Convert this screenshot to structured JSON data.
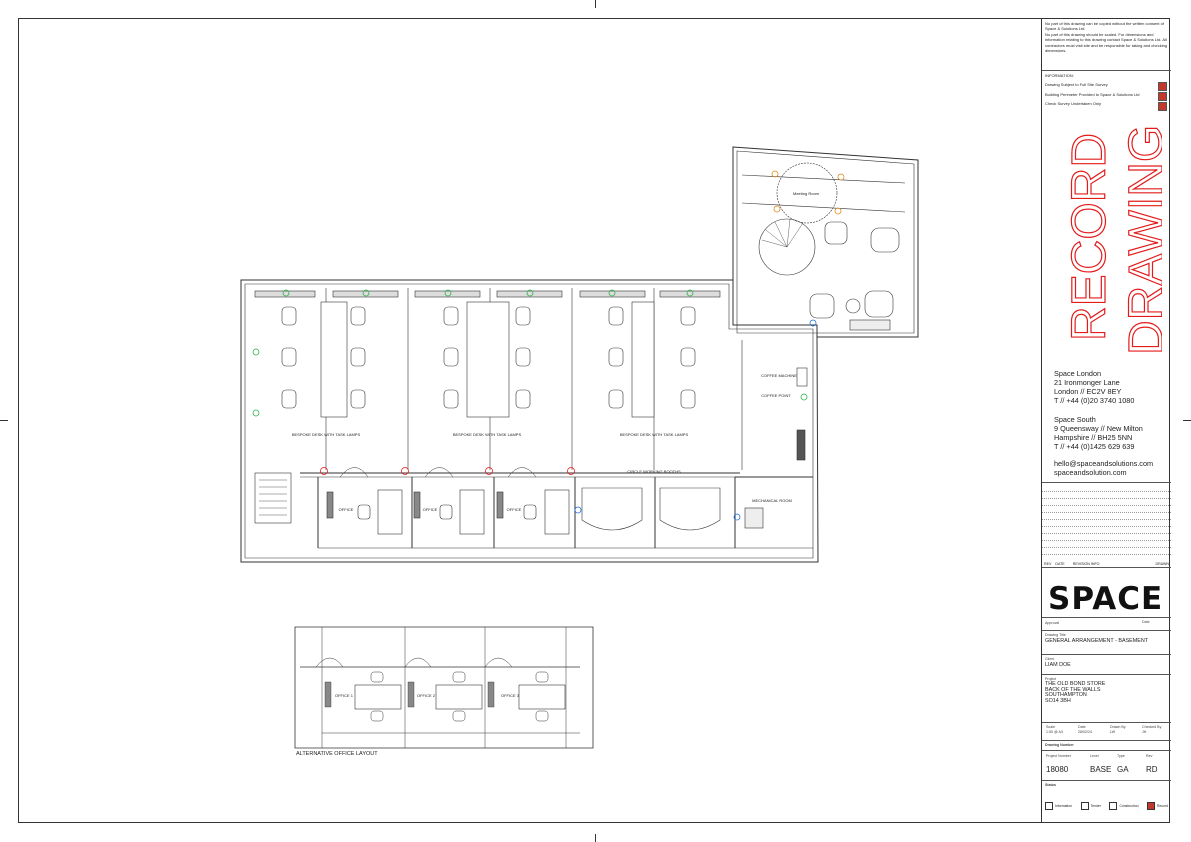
{
  "colors": {
    "accent": "#e31b1b",
    "status_red": "#c0392b",
    "fixture_green": "#2bb34a",
    "fixture_blue": "#1e6fd9",
    "fixture_orange": "#e0891a"
  },
  "plan": {
    "meeting_room_label": "Meeting Room",
    "bespoke_desks": [
      "BESPOKE DESK WITH TASK LAMPS",
      "BESPOKE DESK WITH TASK LAMPS",
      "BESPOKE DESK WITH TASK LAMPS"
    ],
    "offices": [
      "OFFICE",
      "OFFICE",
      "OFFICE"
    ],
    "circle_booths": "CIRCLE WORKING BOOTHS",
    "mechanical_room": "MECHANICAL ROOM",
    "coffee_machine": "COFFEE MACHINE",
    "coffee_point": "COFFEE POINT",
    "alt_offices": [
      "OFFICE 1",
      "OFFICE 2",
      "OFFICE 3"
    ],
    "alt_layout_caption": "ALTERNATIVE OFFICE LAYOUT"
  },
  "title_block": {
    "copyright_1": "No part of this drawing can be copied without the written consent of Space & Solutions Ltd.",
    "copyright_2": "No part of this drawing should be scaled. For dimensions and information relating to this drawing contact Space & Solutions Ltd. All contractors must visit site and be responsible for taking and checking dimensions.",
    "information_heading": "INFORMATION:",
    "info_items": [
      "Drawing Subject to Full Site Survey",
      "Building Perimeter Provided to Space & Solutions Ltd",
      "Check Survey Undertaken Only"
    ],
    "record_line1": "RECORD",
    "record_line2": "DRAWING",
    "london": [
      "Space London",
      "21 Ironmonger Lane",
      "London // EC2V 8EY",
      "T // +44 (0)20 3740 1080"
    ],
    "south": [
      "Space South",
      "9 Queensway // New Milton",
      "Hampshire // BH25 5NN",
      "T // +44 (0)1425 629 639"
    ],
    "contact": [
      "hello@spaceandsolutions.com",
      "spaceandsolution.com"
    ],
    "revision_headers": [
      "REV",
      "DATE",
      "REVISION INFO",
      "DRAWN"
    ],
    "logo": "SPACE",
    "approval_label": "Approval",
    "date_label": "Date",
    "drawing_title_label": "Drawing Title",
    "drawing_title": "GENERAL ARRANGEMENT - BASEMENT",
    "client_label": "Client",
    "client": "LIAM DOE",
    "project_label": "Project",
    "project": [
      "THE OLD BOND STORE",
      "BACK OF THE WALLS",
      "SOUTHAMPTON",
      "SO14 3BH"
    ],
    "scale_label": "Scale",
    "scale": "1:50 @ A3",
    "date_field_label": "Date",
    "date": "28/02/24",
    "drawn_label": "Drawn By",
    "drawn": "LW",
    "checked_label": "Checked By",
    "checked": "JH",
    "drawing_no_label": "Drawing Number",
    "proj_no_label": "Project Number",
    "proj_no": "18080",
    "level_label": "Level",
    "level": "BASE",
    "type_label": "Type",
    "type": "GA",
    "rev_label": "Rev",
    "rev": "RD",
    "status_label": "Status",
    "statuses": [
      "Information",
      "Tender",
      "Construction",
      "Record"
    ]
  }
}
